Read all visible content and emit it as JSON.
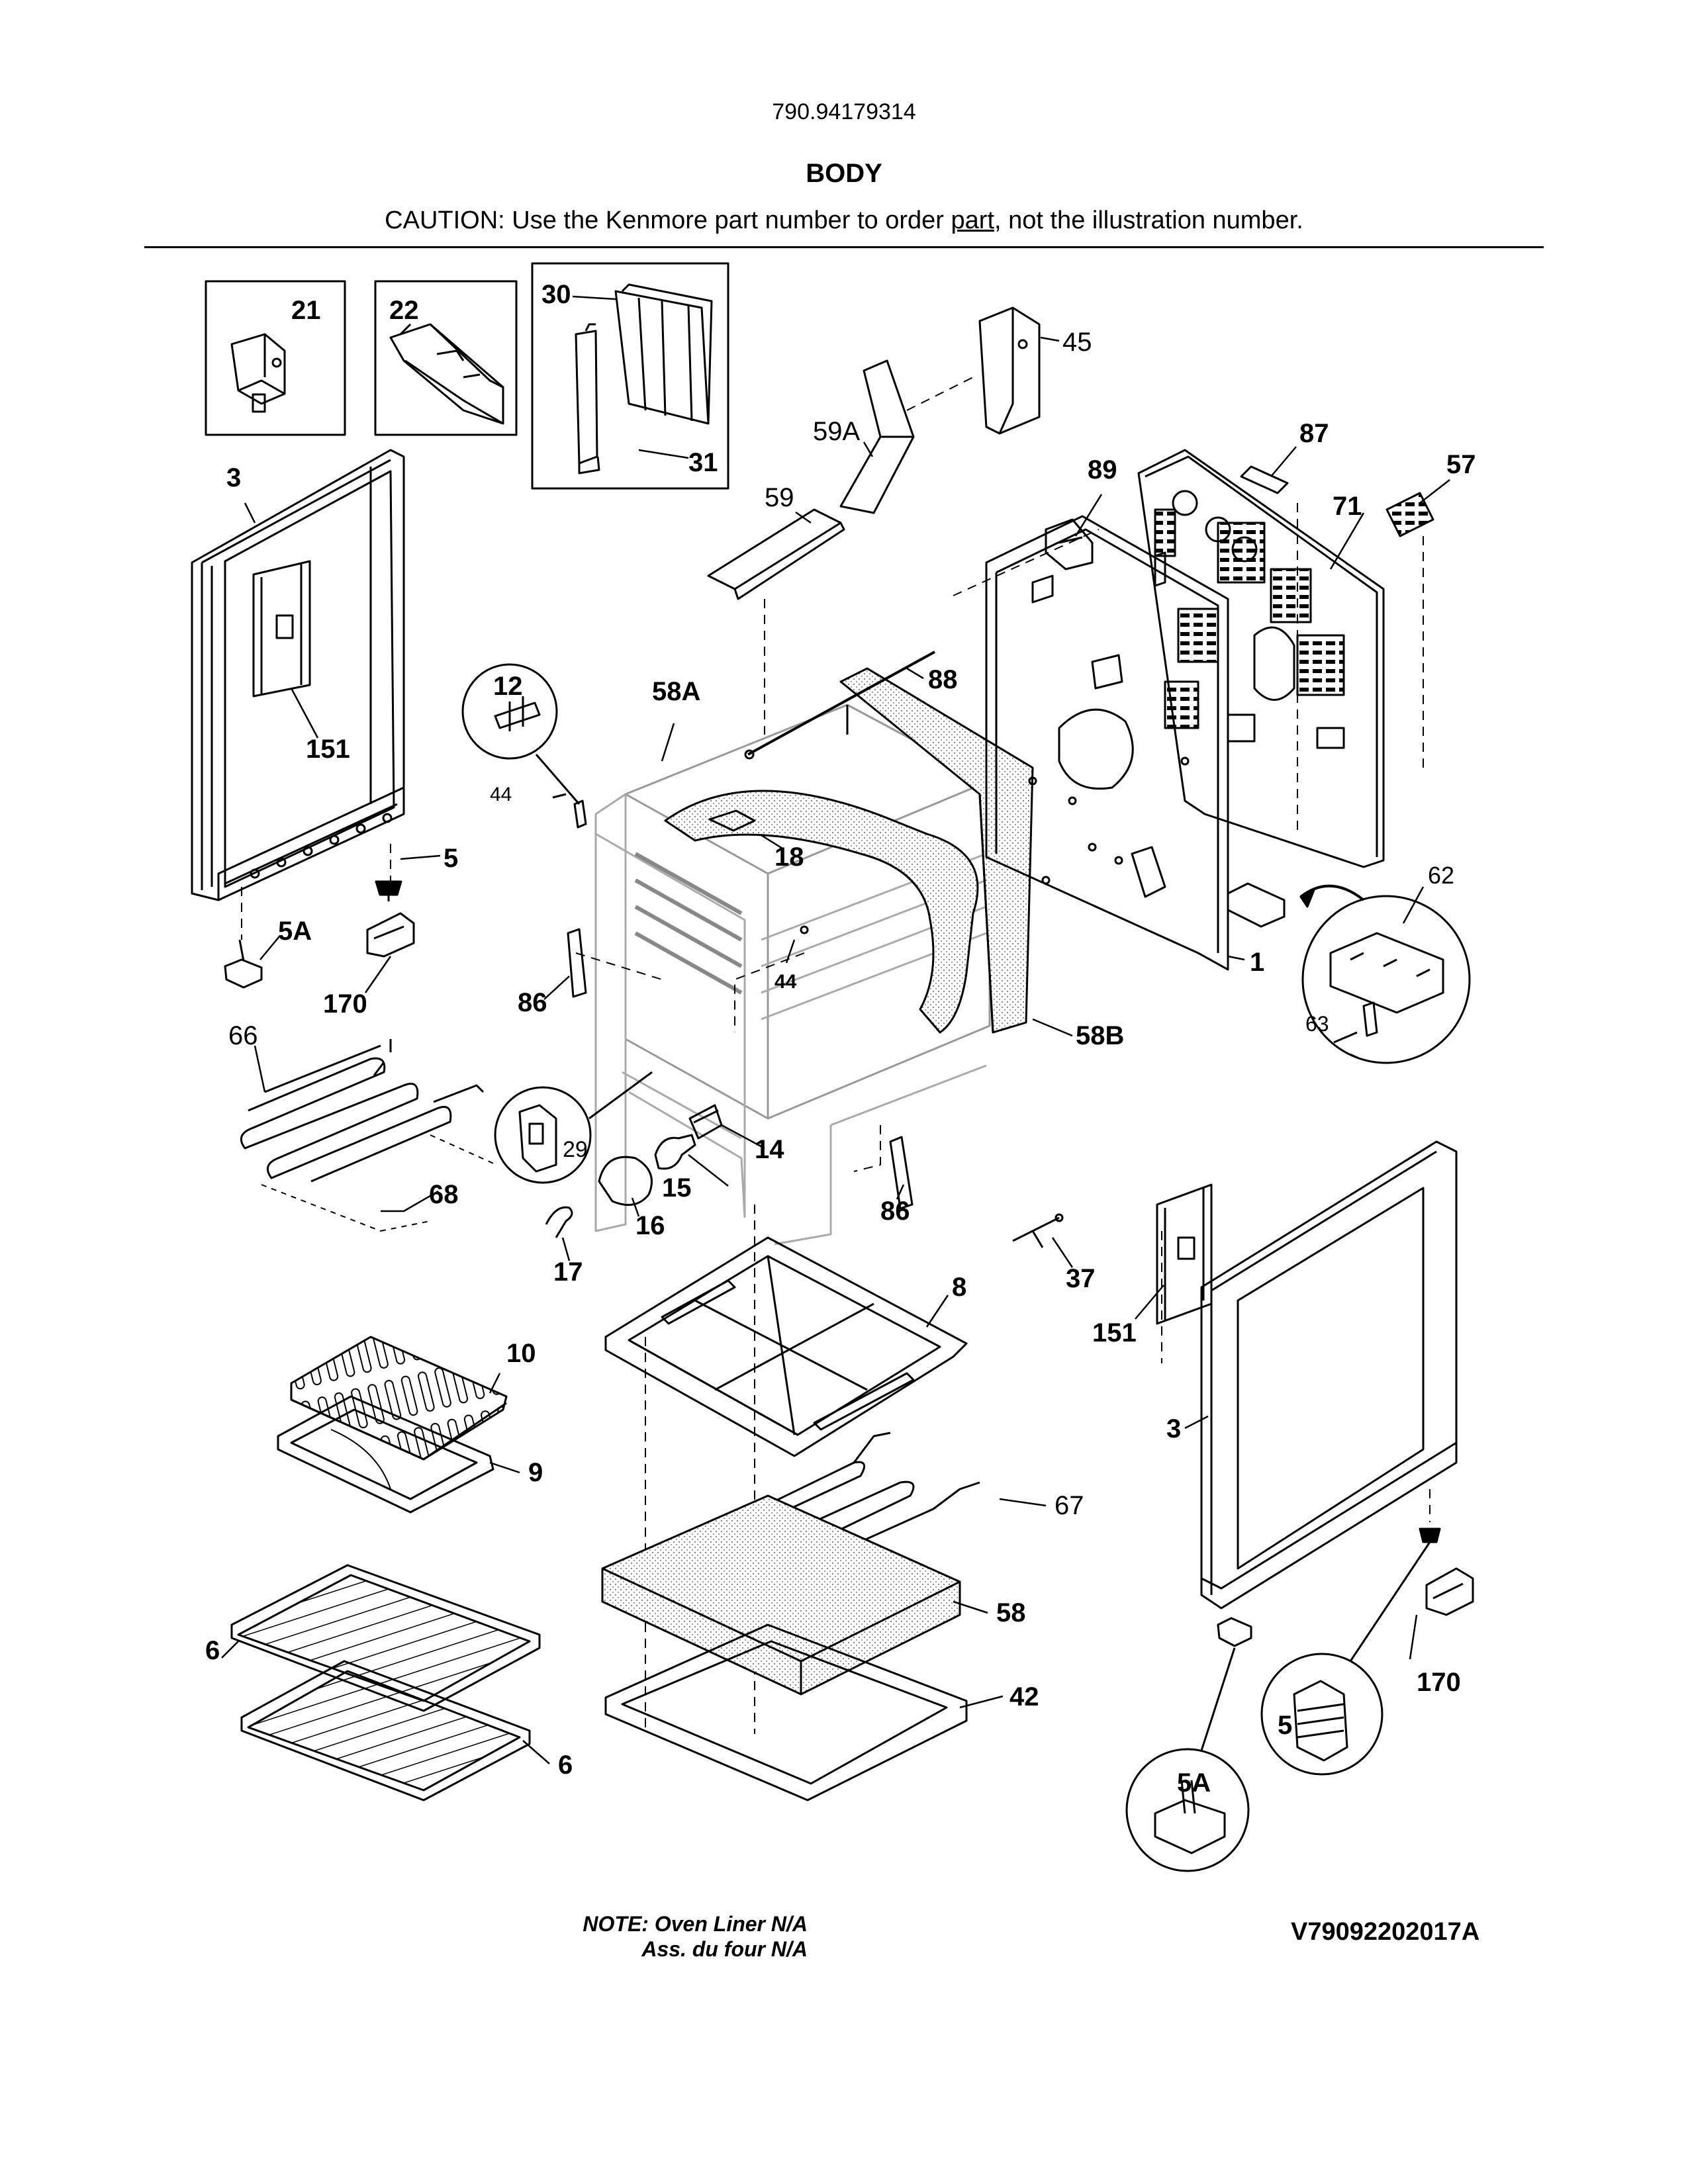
{
  "header": {
    "model_number": "790.94179314",
    "section_title": "BODY",
    "caution_before": "CAUTION: Use the Kenmore part number to order ",
    "caution_underlined": "part",
    "caution_after": ", not the illustration number."
  },
  "callouts": {
    "c21": "21",
    "c22": "22",
    "c30": "30",
    "c31": "31",
    "c45": "45",
    "c59A": "59A",
    "c59": "59",
    "c3_left": "3",
    "c89": "89",
    "c87": "87",
    "c57": "57",
    "c71": "71",
    "c12": "12",
    "c58A": "58A",
    "c88": "88",
    "c151_left": "151",
    "c44_left": "44",
    "c18": "18",
    "c5_left": "5",
    "c5A_left": "5A",
    "c44_center": "44",
    "c62": "62",
    "c1": "1",
    "c63": "63",
    "c170_left": "170",
    "c86_left": "86",
    "c58B": "58B",
    "c66": "66",
    "c29": "29",
    "c14": "14",
    "c15": "15",
    "c68": "68",
    "c86_right": "86",
    "c16": "16",
    "c17": "17",
    "c37": "37",
    "c8": "8",
    "c151_right": "151",
    "c10": "10",
    "c3_right": "3",
    "c9": "9",
    "c67": "67",
    "c58": "58",
    "c6_upper": "6",
    "c42": "42",
    "c170_right": "170",
    "c5_right": "5",
    "c6_lower": "6",
    "c5A_right": "5A"
  },
  "footer": {
    "note_line1": "NOTE: Oven Liner N/A",
    "note_line2": "Ass. du four N/A",
    "drawing_code": "V79092202017A"
  }
}
